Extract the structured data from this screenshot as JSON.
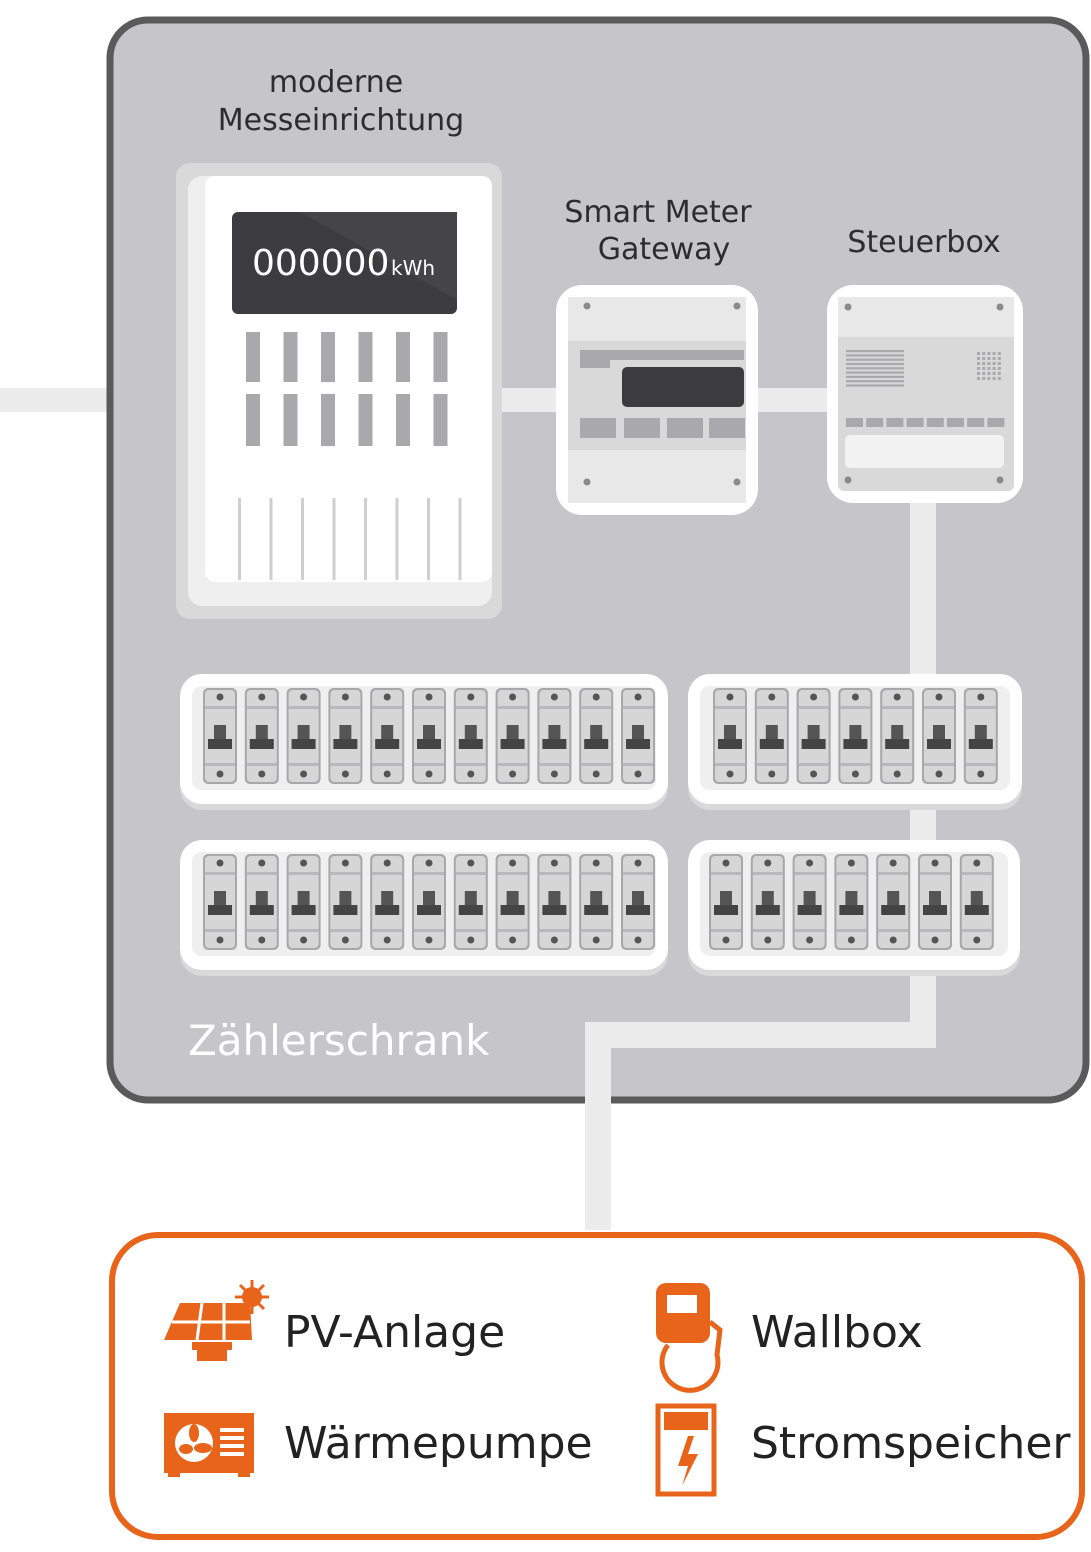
{
  "meter": {
    "label_line1": "moderne",
    "label_line2": "Messeinrichtung",
    "display_value": "000000",
    "display_unit": "kWh"
  },
  "gateway": {
    "label_line1": "Smart Meter",
    "label_line2": "Gateway"
  },
  "steuerbox": {
    "label": "Steuerbox"
  },
  "cabinet": {
    "label": "Zählerschrank"
  },
  "consumers": {
    "items": [
      {
        "label": "PV-Anlage",
        "icon": "solar-panel-icon"
      },
      {
        "label": "Wallbox",
        "icon": "wallbox-icon"
      },
      {
        "label": "Wärmepumpe",
        "icon": "heat-pump-icon"
      },
      {
        "label": "Stromspeicher",
        "icon": "battery-storage-icon"
      }
    ]
  },
  "colors": {
    "accent": "#e8641b",
    "cabinet_fill": "#c6c6c8",
    "cabinet_border": "#5a5a5a",
    "line": "#ececec",
    "display": "#3c3c3e"
  }
}
